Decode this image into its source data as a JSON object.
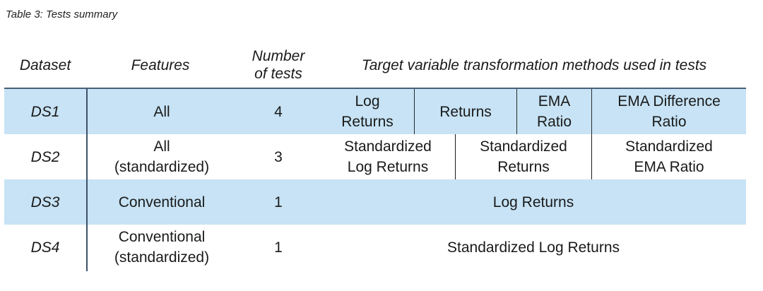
{
  "caption": "Table 3: Tests summary",
  "table": {
    "headers": {
      "dataset": "Dataset",
      "features": "Features",
      "number_line1": "Number",
      "number_line2": "of tests",
      "methods": "Target variable transformation methods used in tests"
    },
    "rows": [
      {
        "dataset": "DS1",
        "features_line1": "All",
        "features_line2": "",
        "tests": "4",
        "methods": [
          {
            "line1": "Log",
            "line2": "Returns"
          },
          {
            "line1": "Returns",
            "line2": ""
          },
          {
            "line1": "EMA",
            "line2": "Ratio"
          },
          {
            "line1": "EMA Difference",
            "line2": "Ratio"
          }
        ]
      },
      {
        "dataset": "DS2",
        "features_line1": "All",
        "features_line2": "(standardized)",
        "tests": "3",
        "methods": [
          {
            "line1": "Standardized",
            "line2": "Log Returns"
          },
          {
            "line1": "Standardized",
            "line2": "Returns"
          },
          {
            "line1": "Standardized",
            "line2": "EMA Ratio"
          }
        ]
      },
      {
        "dataset": "DS3",
        "features_line1": "Conventional",
        "features_line2": "",
        "tests": "1",
        "methods": [
          {
            "line1": "Log Returns",
            "line2": ""
          }
        ]
      },
      {
        "dataset": "DS4",
        "features_line1": "Conventional",
        "features_line2": "(standardized)",
        "tests": "1",
        "methods": [
          {
            "line1": "Standardized Log Returns",
            "line2": ""
          }
        ]
      }
    ],
    "colors": {
      "shaded_row": "#c7e3f5",
      "rule": "#4a5f78"
    }
  }
}
